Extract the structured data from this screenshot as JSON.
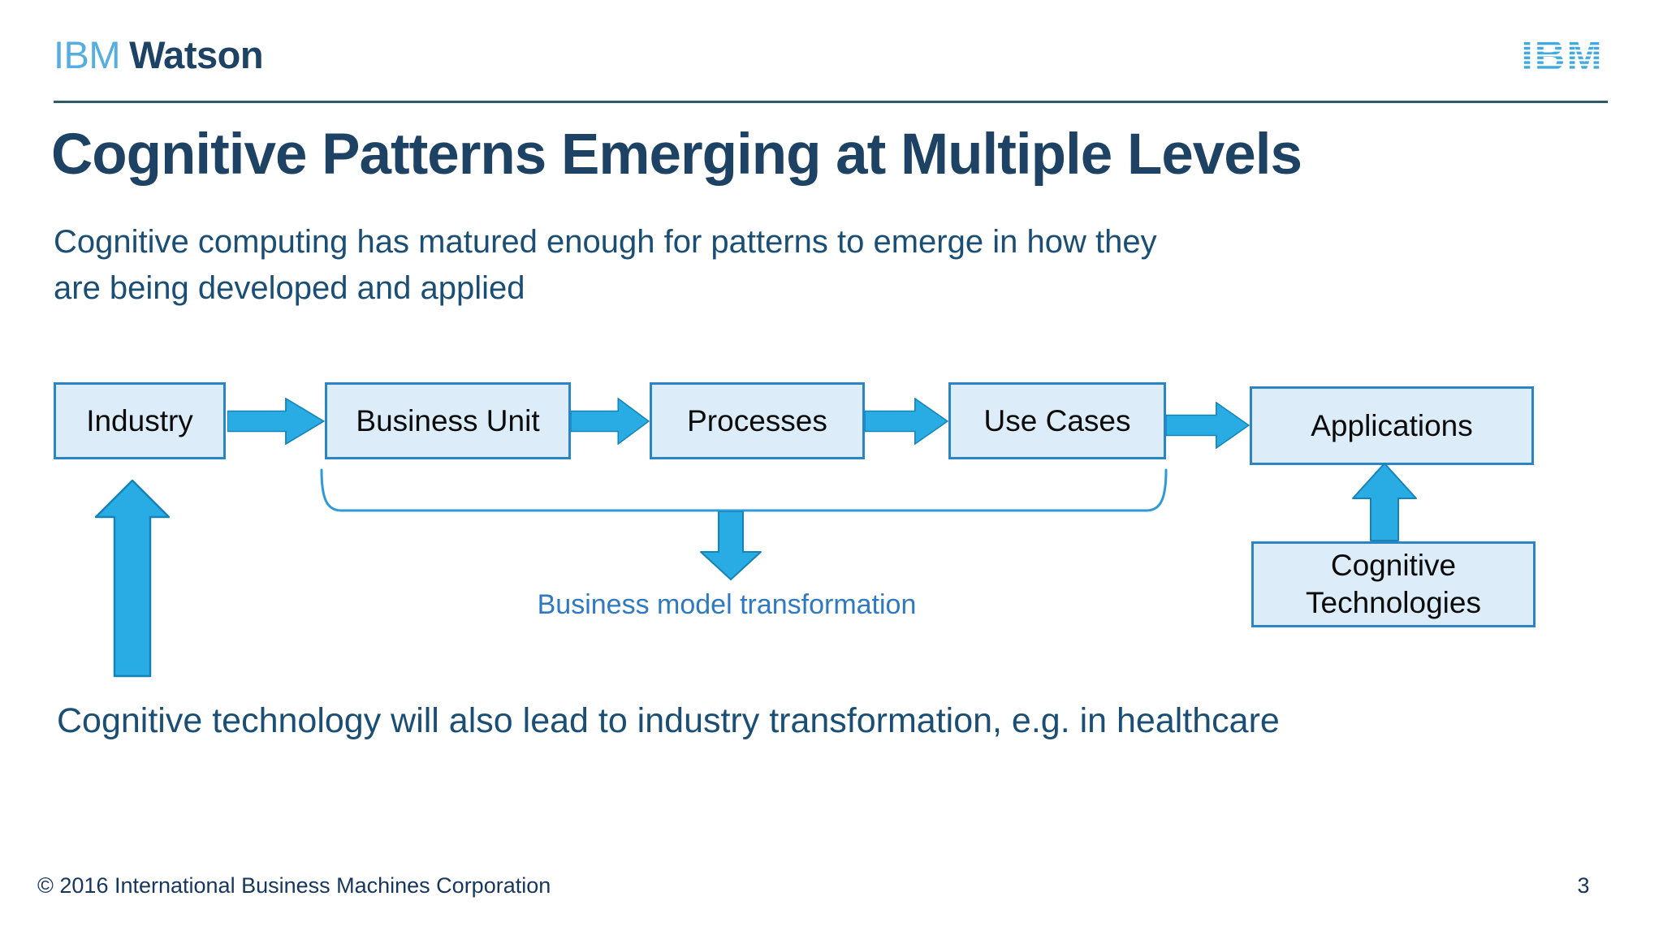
{
  "header": {
    "brand_ibm": "IBM",
    "brand_watson": "Watson",
    "logo_text": "IBM"
  },
  "title": "Cognitive Patterns Emerging at Multiple Levels",
  "subtitle_lines": [
    "Cognitive computing has matured enough for patterns to emerge in how they",
    "are being developed and applied"
  ],
  "diagram": {
    "flow_boxes": [
      {
        "label": "Industry"
      },
      {
        "label": "Business Unit"
      },
      {
        "label": "Processes"
      },
      {
        "label": "Use Cases"
      },
      {
        "label": "Applications"
      }
    ],
    "tech_box_label": "Cognitive Technologies",
    "bracket_caption": "Business model transformation"
  },
  "statement": "Cognitive technology will also lead to industry transformation, e.g. in healthcare",
  "footer": {
    "copyright": "© 2016 International Business Machines Corporation",
    "page_number": "3"
  },
  "colors": {
    "brand-light-blue": "#55ADE2",
    "logo-blue": "#3FA9E1",
    "navy": "#1D4264",
    "text-blue": "#1A4E74",
    "box-fill": "#DCEDF9",
    "box-border": "#2B85C4",
    "arrow-fill": "#29ABE3",
    "arrow-stroke": "#1583B5",
    "bracket-blue": "#2E9BD6",
    "caption-blue": "#2E79C2",
    "footer-navy": "#16365E",
    "rule-color": "#2E5A6B"
  }
}
